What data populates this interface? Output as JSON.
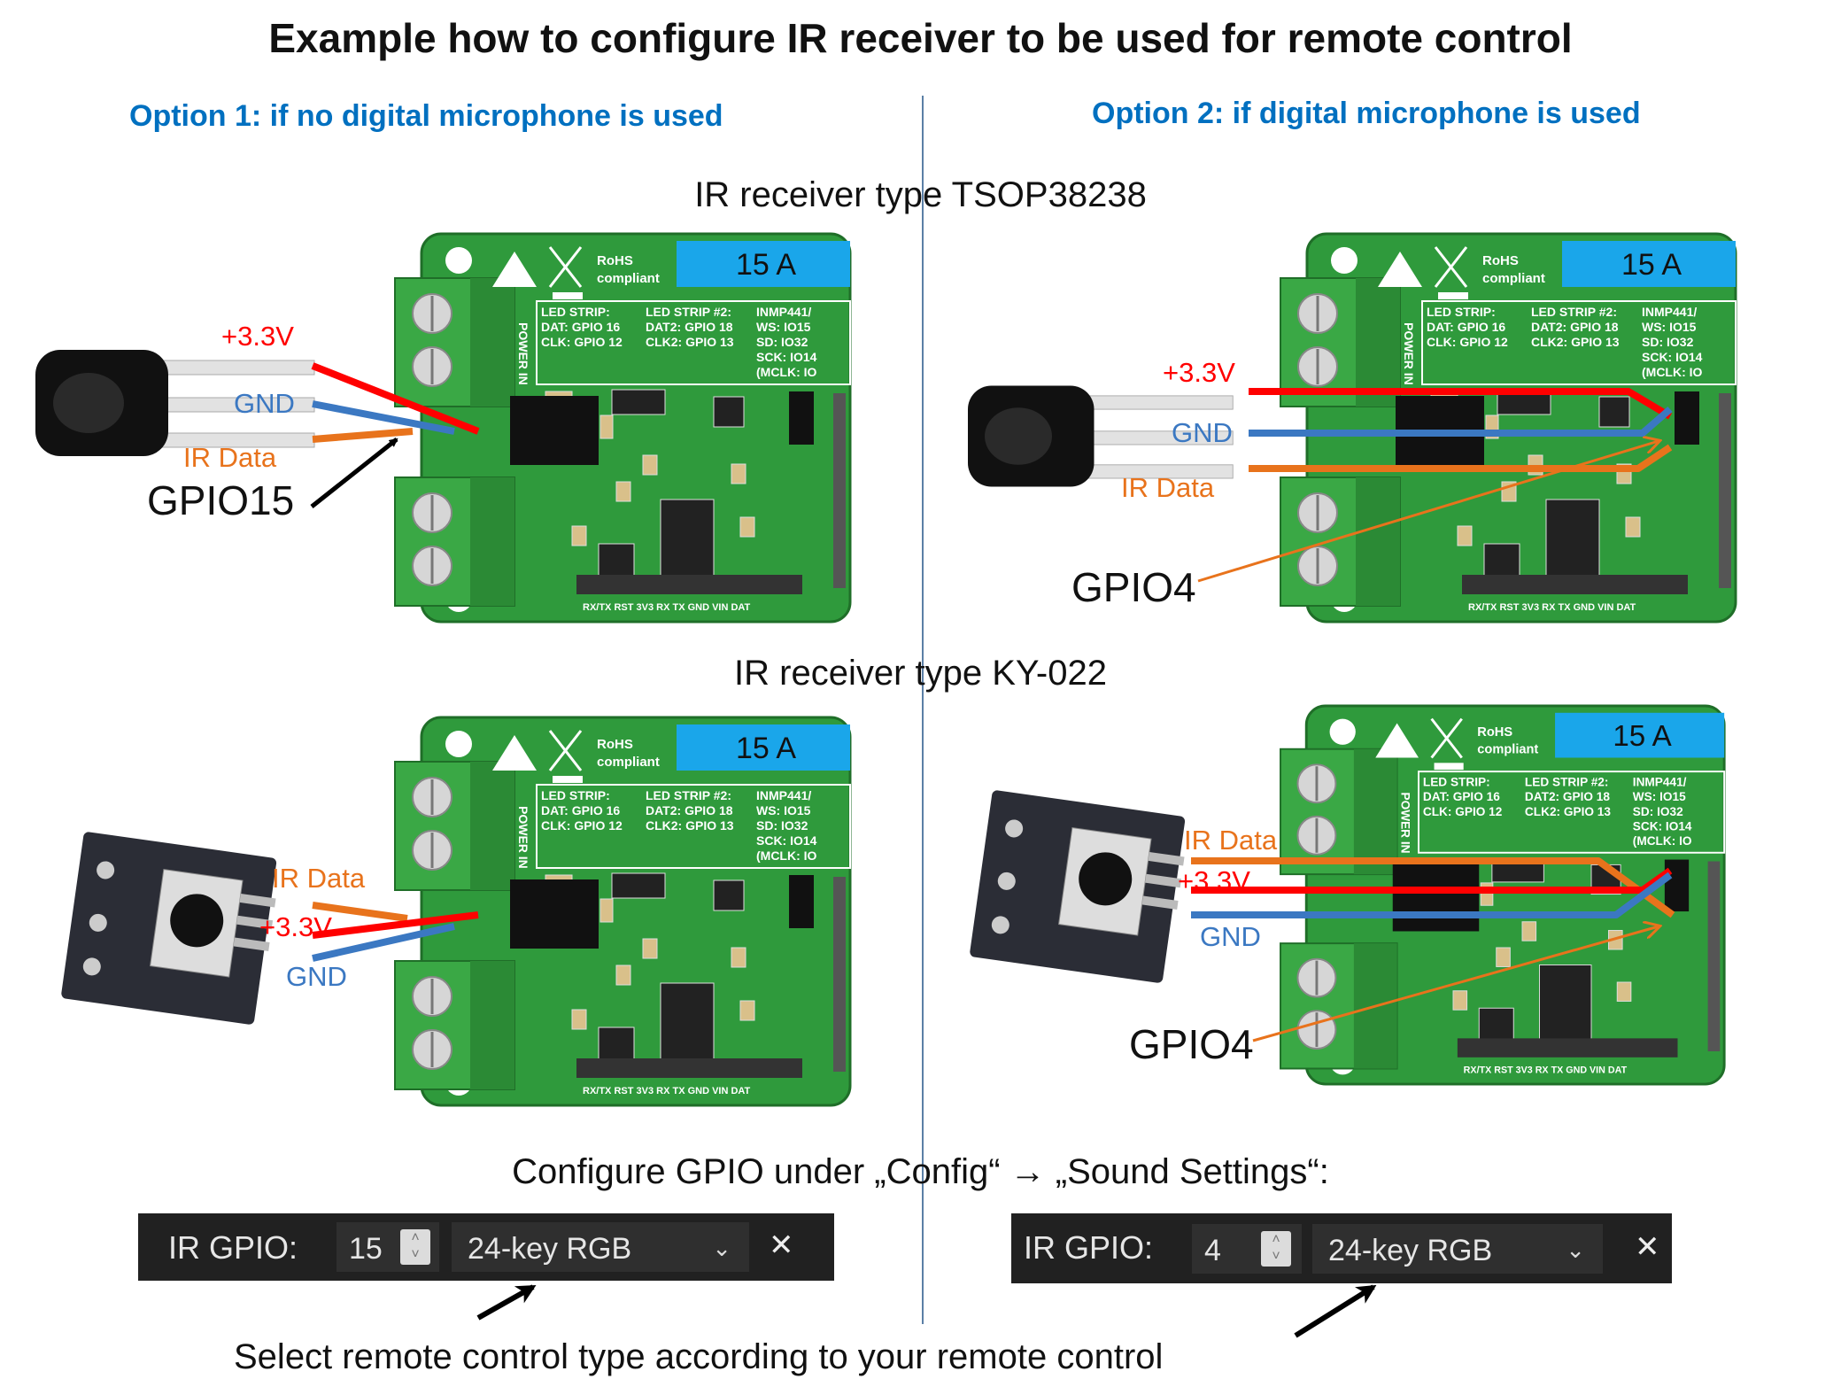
{
  "title": "Example how to configure IR receiver to be used for remote control",
  "option1": {
    "heading": "Option 1: if no digital microphone is used"
  },
  "option2": {
    "heading": "Option 2: if digital microphone is used"
  },
  "sections": [
    {
      "heading": "IR receiver type TSOP38238"
    },
    {
      "heading": "IR receiver type KY-022"
    }
  ],
  "diagrams": [
    {
      "vcc_label": "+3.3V",
      "gnd_label": "GND",
      "data_label": "IR Data",
      "gpio_label": "GPIO15"
    },
    {
      "vcc_label": "+3.3V",
      "gnd_label": "GND",
      "data_label": "IR Data",
      "gpio_label": "GPIO4"
    },
    {
      "vcc_label": "+3.3V",
      "gnd_label": "GND",
      "data_label": "IR Data"
    },
    {
      "vcc_label": "+3.3V",
      "gnd_label": "GND",
      "data_label": "IR Data",
      "gpio_label": "GPIO4"
    }
  ],
  "board": {
    "current_rating": "15 A",
    "rohs": [
      "RoHS",
      "compliant"
    ],
    "power_label": "POWER IN",
    "silkscreen": [
      [
        "LED STRIP:",
        "DAT: GPIO 16",
        "CLK: GPIO 12"
      ],
      [
        "LED STRIP #2:",
        "DAT2: GPIO 18",
        "CLK2: GPIO 13"
      ],
      [
        "INMP441/",
        "WS: IO15",
        "SD: IO32",
        "SCK: IO14",
        "(MCLK: IO"
      ]
    ],
    "pin_labels": "RX/TX RST 3V3 RX TX GND VIN DAT"
  },
  "config_instruction": "Configure GPIO under „Config“ → „Sound Settings“:",
  "config_bars": [
    {
      "label": "IR GPIO:",
      "gpio_value": "15",
      "remote_type": "24-key RGB",
      "chevron": "⌄",
      "close": "✕"
    },
    {
      "label": "IR GPIO:",
      "gpio_value": "4",
      "remote_type": "24-key RGB",
      "chevron": "⌄",
      "close": "✕"
    }
  ],
  "footer_note": "Select remote control type according to your remote control",
  "colors": {
    "heading_blue": "#0070c0",
    "wire_vcc": "#ff0000",
    "wire_gnd": "#3b78c2",
    "wire_data": "#e8731c",
    "pcb_green": "#2f9a3c",
    "rating_label": "#1aa6ea",
    "config_bar": "#212121"
  }
}
